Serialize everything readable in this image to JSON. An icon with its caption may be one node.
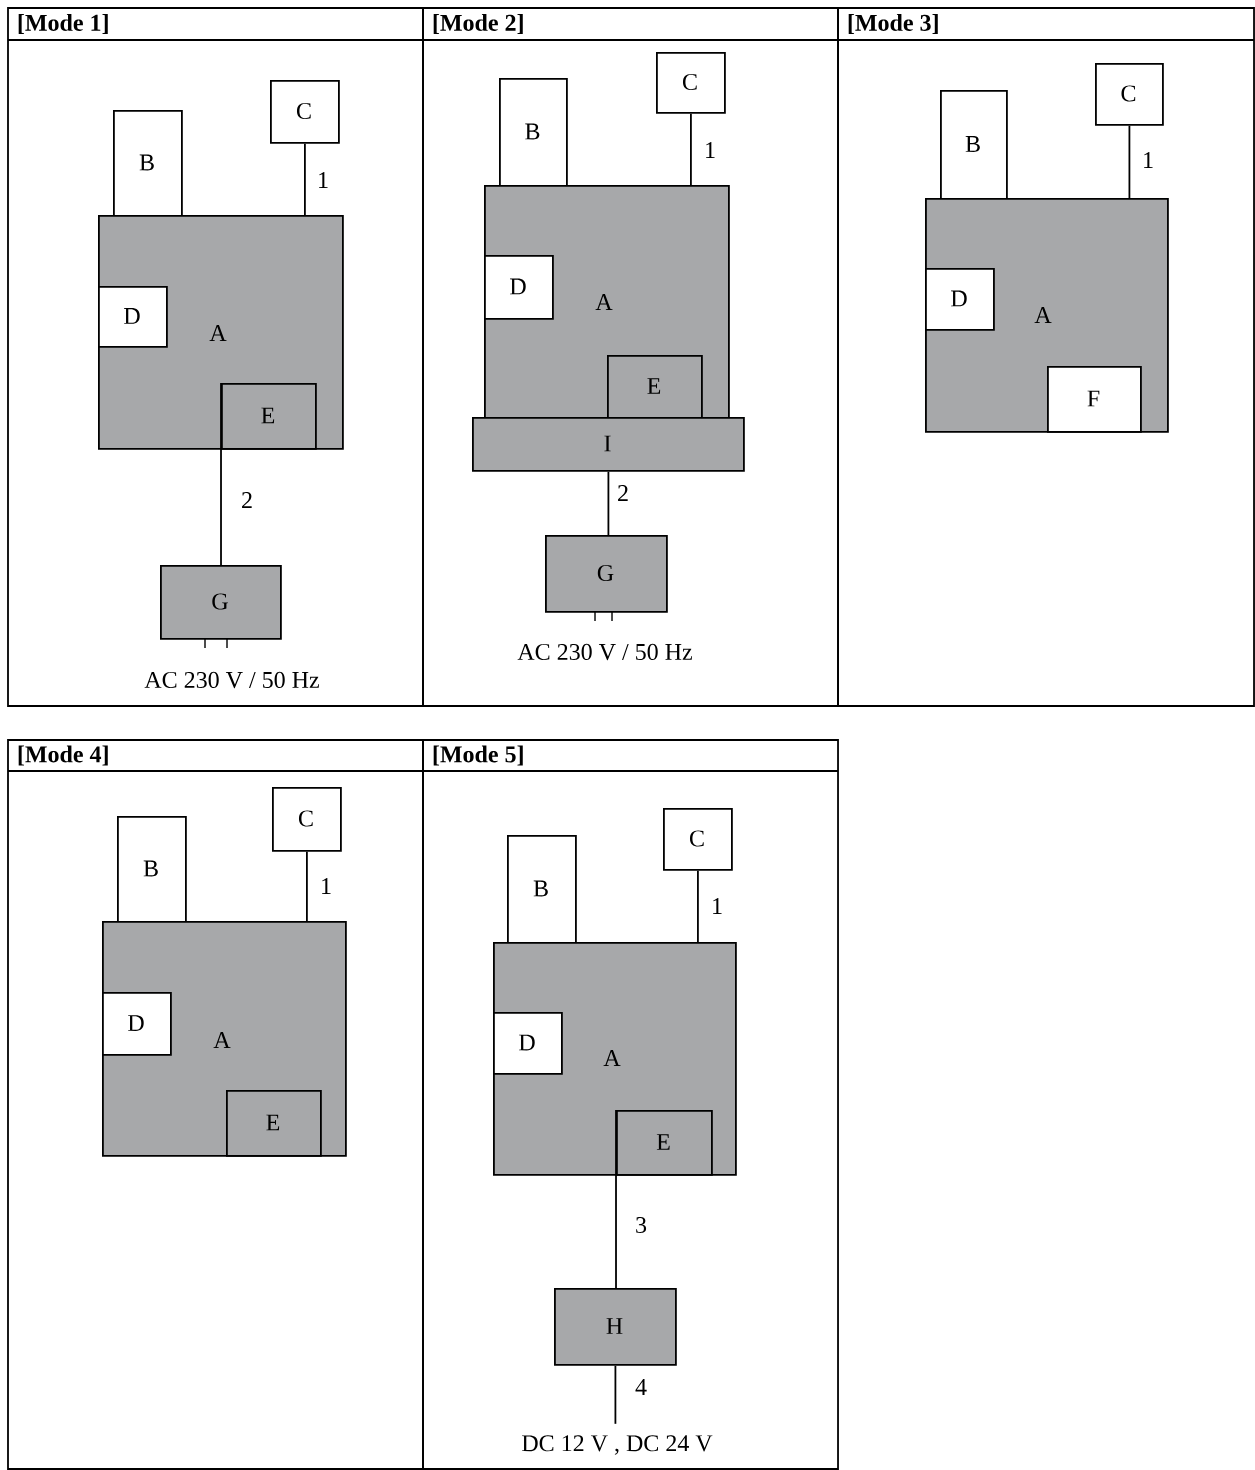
{
  "diagram": {
    "nodes": [
      {
        "text": [
          "[Mode 1]"
        ]
      },
      {
        "text": [
          "B"
        ],
        "in": 0
      },
      {
        "text": [
          "C"
        ],
        "in": 0
      },
      {
        "text": [
          "A"
        ],
        "in": 0
      },
      {
        "text": [
          "D"
        ],
        "in": 3
      },
      {
        "text": [
          "E"
        ],
        "in": 3
      },
      {
        "text": [
          "G"
        ],
        "in": 0,
        "beside": [
          "AC 230 V / 50 Hz"
        ]
      },
      {
        "text": [
          "[Mode 2]"
        ]
      },
      {
        "text": [
          "B"
        ],
        "in": 7
      },
      {
        "text": [
          "C"
        ],
        "in": 7
      },
      {
        "text": [
          "A"
        ],
        "in": 7
      },
      {
        "text": [
          "D"
        ],
        "in": 10
      },
      {
        "text": [
          "E"
        ],
        "in": 10
      },
      {
        "text": [
          "I"
        ],
        "in": 7
      },
      {
        "text": [
          "G"
        ],
        "in": 7,
        "beside": [
          "AC 230 V / 50 Hz"
        ]
      },
      {
        "text": [
          "[Mode 3]"
        ]
      },
      {
        "text": [
          "B"
        ],
        "in": 15
      },
      {
        "text": [
          "C"
        ],
        "in": 15
      },
      {
        "text": [
          "A"
        ],
        "in": 15
      },
      {
        "text": [
          "D"
        ],
        "in": 18
      },
      {
        "text": [
          "F"
        ],
        "in": 18
      },
      {
        "text": [
          "[Mode 4]"
        ]
      },
      {
        "text": [
          "B"
        ],
        "in": 21
      },
      {
        "text": [
          "C"
        ],
        "in": 21
      },
      {
        "text": [
          "A"
        ],
        "in": 21
      },
      {
        "text": [
          "D"
        ],
        "in": 24
      },
      {
        "text": [
          "E"
        ],
        "in": 24
      },
      {
        "text": [
          "[Mode 5]"
        ]
      },
      {
        "text": [
          "B"
        ],
        "in": 27
      },
      {
        "text": [
          "C"
        ],
        "in": 27
      },
      {
        "text": [
          "A"
        ],
        "in": 27
      },
      {
        "text": [
          "D"
        ],
        "in": 30
      },
      {
        "text": [
          "E"
        ],
        "in": 30
      },
      {
        "text": [
          "H"
        ],
        "in": 27,
        "beside": [
          "DC 12 V , DC 24 V"
        ]
      }
    ],
    "edges": [
      {
        "from": 2,
        "to": 3,
        "arrow": "none",
        "label": "1"
      },
      {
        "from": 5,
        "to": 6,
        "arrow": "none",
        "label": "2"
      },
      {
        "from": 9,
        "to": 10,
        "arrow": "none",
        "label": "1"
      },
      {
        "from": 13,
        "to": 14,
        "arrow": "none",
        "label": "2"
      },
      {
        "from": 17,
        "to": 18,
        "arrow": "none",
        "label": "1"
      },
      {
        "from": 23,
        "to": 24,
        "arrow": "none",
        "label": "1"
      },
      {
        "from": 29,
        "to": 30,
        "arrow": "none",
        "label": "1"
      },
      {
        "from": 32,
        "to": 33,
        "arrow": "none",
        "label": "3"
      },
      {
        "from": 33,
        "to": null,
        "arrow": "none",
        "label": "4"
      }
    ]
  }
}
